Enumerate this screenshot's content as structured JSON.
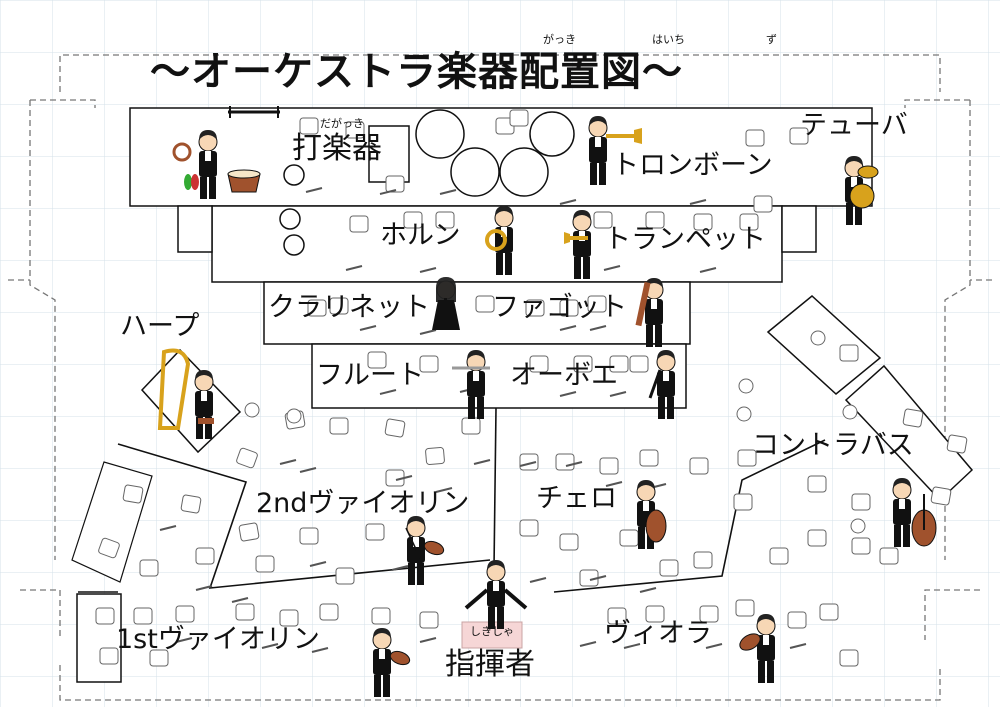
{
  "title": "〜オーケストラ楽器配置図〜",
  "title_ruby": {
    "gakki": "がっき",
    "haichi": "はいち",
    "zu": "ず"
  },
  "sections": {
    "percussion": {
      "label": "打楽器",
      "ruby": "だがっき"
    },
    "trombone": {
      "label": "トロンボーン"
    },
    "tuba": {
      "label": "テューバ"
    },
    "horn": {
      "label": "ホルン"
    },
    "trumpet": {
      "label": "トランペット"
    },
    "clarinet": {
      "label": "クラリネット"
    },
    "bassoon": {
      "label": "ファゴット"
    },
    "harp": {
      "label": "ハープ"
    },
    "flute": {
      "label": "フルート"
    },
    "oboe": {
      "label": "オーボエ"
    },
    "contrabass": {
      "label": "コントラバス"
    },
    "violin2": {
      "label": "2ndヴァイオリン"
    },
    "cello": {
      "label": "チェロ"
    },
    "violin1": {
      "label": "1stヴァイオリン"
    },
    "viola": {
      "label": "ヴィオラ"
    },
    "conductor": {
      "label": "指揮者",
      "ruby": "しきしゃ"
    }
  },
  "colors": {
    "line": "#111111",
    "dashed": "#777777",
    "grid": "#d4e2ea",
    "conductor_podium": "#f6d6d6",
    "skin": "#f7d7b5",
    "hair": "#222222",
    "brass": "#d8a21c",
    "wood": "#a0522d",
    "dress": "#111111"
  },
  "icons": {
    "percussionist": "percussionist-figure-icon",
    "trombonist": "trombonist-figure-icon",
    "tubist": "tubist-figure-icon",
    "hornist": "hornist-figure-icon",
    "trumpeter": "trumpeter-figure-icon",
    "clarinetist": "clarinetist-figure-icon",
    "bassoonist": "bassoonist-figure-icon",
    "harpist": "harpist-figure-icon",
    "flutist": "flutist-figure-icon",
    "oboist": "oboist-figure-icon",
    "bassist": "contrabassist-figure-icon",
    "violinist2": "violinist-figure-icon",
    "cellist": "cellist-figure-icon",
    "violinist1": "violinist-figure-icon",
    "violist": "violist-figure-icon",
    "conductor": "conductor-figure-icon"
  }
}
